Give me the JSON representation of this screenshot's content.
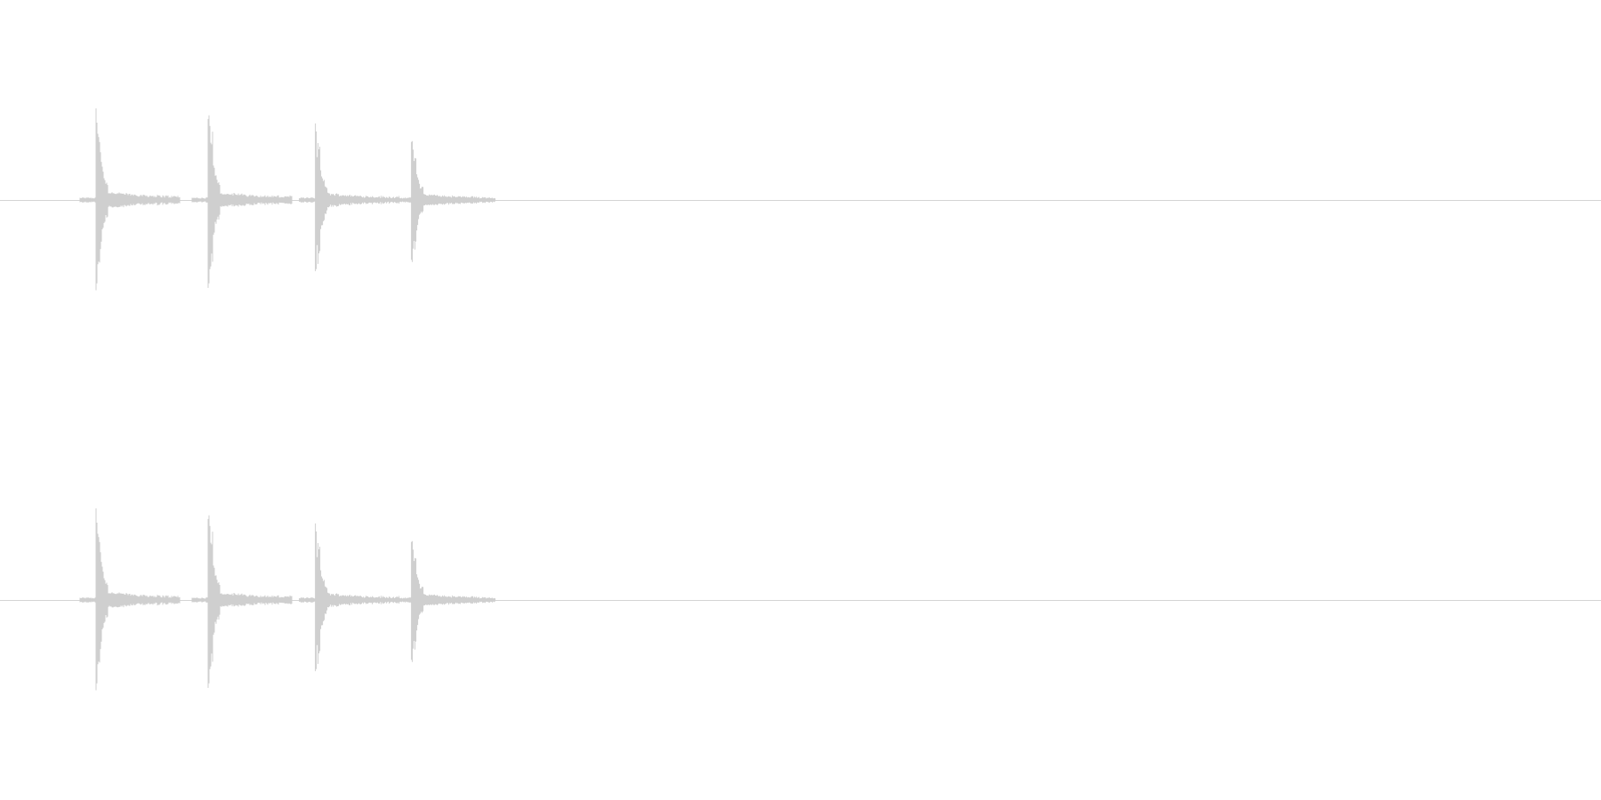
{
  "waveform": {
    "background_color": "#ffffff",
    "wave_color": "#cfcfcf",
    "baseline_color": "#d4d4d4",
    "channel_count": 2,
    "channels": [
      {
        "channel": "left",
        "transients": [
          {
            "onset": 0.06,
            "peak_up": 0.98,
            "peak_down": 0.97
          },
          {
            "onset": 0.13,
            "peak_up": 0.92,
            "peak_down": 0.92
          },
          {
            "onset": 0.197,
            "peak_up": 0.8,
            "peak_down": 0.8
          },
          {
            "onset": 0.257,
            "peak_up": 0.7,
            "peak_down": 0.7
          }
        ]
      },
      {
        "channel": "right",
        "transients": [
          {
            "onset": 0.06,
            "peak_up": 0.98,
            "peak_down": 0.97
          },
          {
            "onset": 0.13,
            "peak_up": 0.92,
            "peak_down": 0.92
          },
          {
            "onset": 0.197,
            "peak_up": 0.8,
            "peak_down": 0.8
          },
          {
            "onset": 0.257,
            "peak_up": 0.7,
            "peak_down": 0.7
          }
        ]
      }
    ]
  }
}
